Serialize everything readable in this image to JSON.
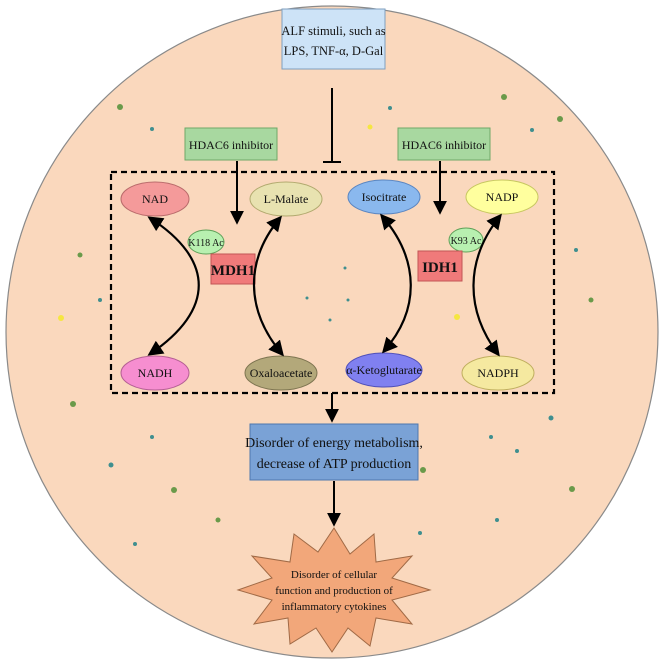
{
  "stimuli": {
    "line1": "ALF stimuli, such as",
    "line2": "LPS, TNF-α, D-Gal"
  },
  "inhibitor_left": "HDAC6 inhibitor",
  "inhibitor_right": "HDAC6 inhibitor",
  "mdh1": {
    "enzyme": "MDH1",
    "acetyl_site": "K118 Ac",
    "cofactor_oxidized": "NAD",
    "cofactor_reduced": "NADH",
    "substrate": "L-Malate",
    "product": "Oxaloacetate"
  },
  "idh1": {
    "enzyme": "IDH1",
    "acetyl_site": "K93 Ac",
    "substrate": "Isocitrate",
    "product": "α-Ketoglutarate",
    "cofactor_oxidized": "NADP",
    "cofactor_reduced": "NADPH"
  },
  "outcome": {
    "line1": "Disorder of energy metabolism,",
    "line2": "decrease of ATP production"
  },
  "final": {
    "line1": "Disorder of cellular",
    "line2": "function and production of",
    "line3": "inflammatory cytokines"
  },
  "colors": {
    "cell_fill": "#fad8bd",
    "stimuli_box": "#cde3f7",
    "inhibitor_box": "#a8d8a0",
    "enzyme_box": "#f07a7a",
    "outcome_box": "#7aa2d6",
    "star": "#f2a77a",
    "nad": "#f49a9a",
    "nadh": "#f68ed0",
    "malate": "#e8e2b0",
    "oxaloacetate": "#b3a87a",
    "isocitrate": "#8ab8ee",
    "ketoglutarate": "#8080f0",
    "nadp": "#ffff9e",
    "nadph": "#f5e9a0",
    "acetyl": "#b8f0b0"
  }
}
